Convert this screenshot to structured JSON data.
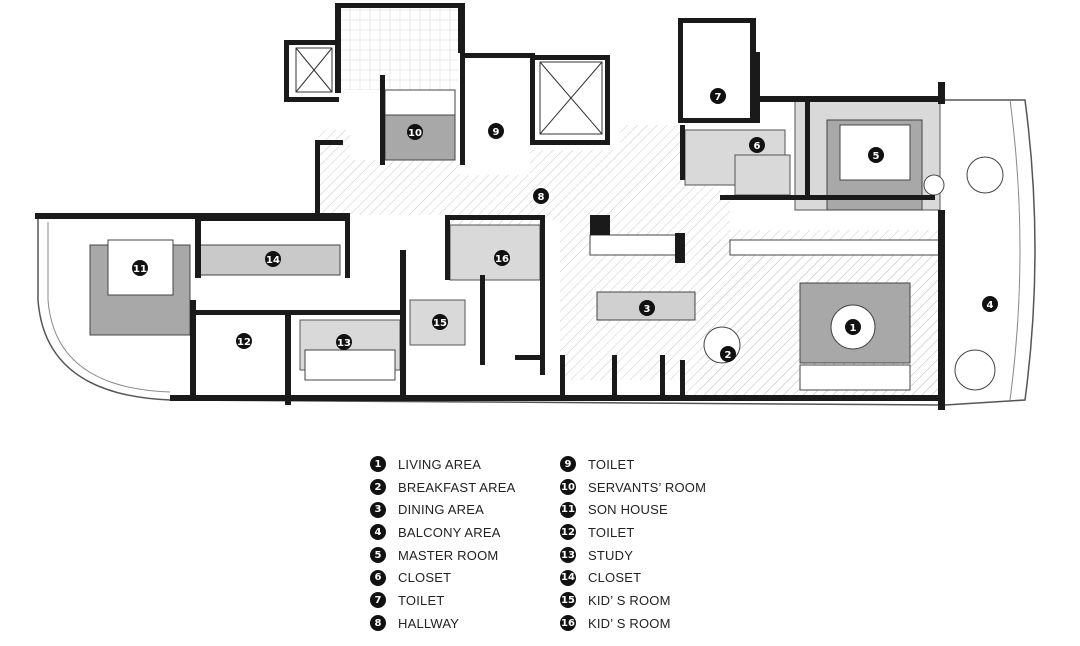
{
  "legend": [
    {
      "num": "1",
      "label": "LIVING AREA"
    },
    {
      "num": "2",
      "label": "BREAKFAST AREA"
    },
    {
      "num": "3",
      "label": "DINING AREA"
    },
    {
      "num": "4",
      "label": "BALCONY AREA"
    },
    {
      "num": "5",
      "label": "MASTER ROOM"
    },
    {
      "num": "6",
      "label": "CLOSET"
    },
    {
      "num": "7",
      "label": "TOILET"
    },
    {
      "num": "8",
      "label": "HALLWAY"
    },
    {
      "num": "9",
      "label": "TOILET"
    },
    {
      "num": "10",
      "label": "SERVANTS’ ROOM"
    },
    {
      "num": "11",
      "label": "SON HOUSE"
    },
    {
      "num": "12",
      "label": "TOILET"
    },
    {
      "num": "13",
      "label": "STUDY"
    },
    {
      "num": "14",
      "label": "CLOSET"
    },
    {
      "num": "15",
      "label": "KID’ S ROOM"
    },
    {
      "num": "16",
      "label": "KID’ S ROOM"
    }
  ],
  "colors": {
    "wall": "#1a1a1a",
    "floor_hatch": "#cfcfcf",
    "furniture_gray": "#a8a8a8",
    "light_gray": "#d6d6d6"
  }
}
